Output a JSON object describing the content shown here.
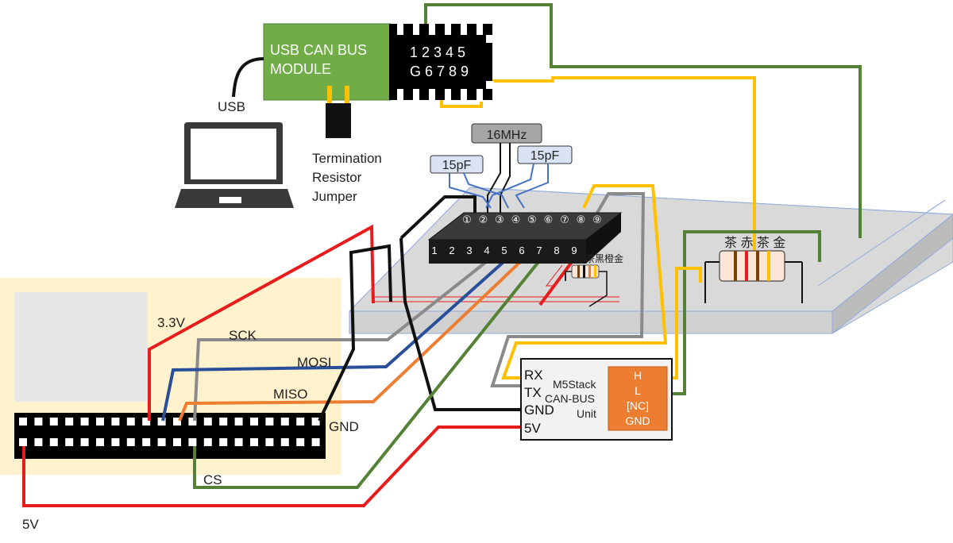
{
  "module": {
    "line1": "USB CAN BUS",
    "line2": "MODULE",
    "pins_top": "1 2 3 4 5",
    "pins_bottom": "G 6 7 8 9",
    "usb_label": "USB",
    "jumper_line1": "Termination",
    "jumper_line2": "Resistor",
    "jumper_line3": "Jumper"
  },
  "crystal": {
    "label": "16MHz"
  },
  "capacitors": {
    "left": "15pF",
    "right": "15pF"
  },
  "chip": {
    "top_pins": [
      "①",
      "②",
      "③",
      "④",
      "⑤",
      "⑥",
      "⑦",
      "⑧",
      "⑨"
    ],
    "bottom_pins": [
      "1",
      "2",
      "3",
      "4",
      "5",
      "6",
      "7",
      "8",
      "9"
    ]
  },
  "resistors": {
    "small_colors": "茶黒橙金",
    "large_colors": "茶 赤 茶 金"
  },
  "pi_labels": {
    "v33": "3.3V",
    "sck": "SCK",
    "mosi": "MOSI",
    "miso": "MISO",
    "gnd": "GND",
    "cs": "CS",
    "v5": "5V"
  },
  "m5stack": {
    "rx": "RX",
    "tx": "TX",
    "gnd": "GND",
    "v5": "5V",
    "title1": "M5Stack",
    "title2": "CAN-BUS",
    "title3": "Unit",
    "h": "H",
    "l": "L",
    "nc": "[NC]",
    "gnd2": "GND"
  },
  "colors": {
    "red": "#e81c1c",
    "black": "#111111",
    "gray": "#8a8a8a",
    "blue": "#2a4f9a",
    "orange": "#ed7d31",
    "green": "#548235",
    "yellow": "#ffc000",
    "module_green": "#70ad47",
    "cap_blue": "#4472c4",
    "board": "#d9d9d9",
    "pi_bg": "#fff2cc"
  }
}
